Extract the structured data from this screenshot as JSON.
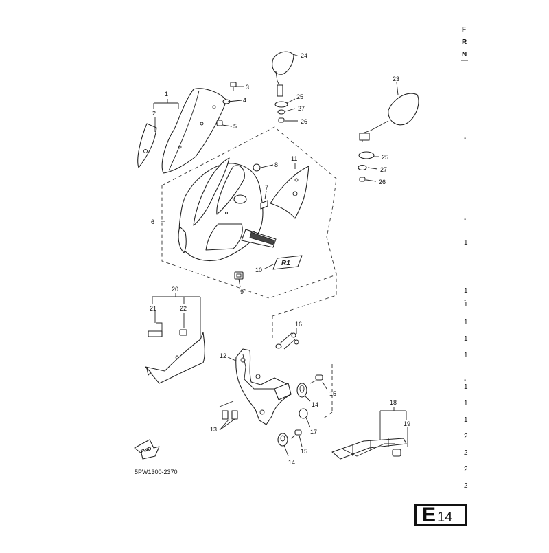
{
  "diagram": {
    "drawing_code": "5PW1300-2370",
    "forward_label": "FWD",
    "emblem_text": "R1",
    "catalog_badge": {
      "letter": "E",
      "number": "14"
    },
    "header_letters": [
      "F",
      "R",
      "N"
    ],
    "part_callouts": [
      "1",
      "2",
      "3",
      "4",
      "5",
      "6",
      "7",
      "8",
      "9",
      "10",
      "11",
      "12",
      "13",
      "14",
      "14",
      "15",
      "15",
      "16",
      "17",
      "18",
      "19",
      "20",
      "21",
      "22",
      "23",
      "24",
      "25",
      "25",
      "26",
      "26",
      "27",
      "27"
    ],
    "right_column_marks": [
      "-",
      "-",
      "1",
      "1",
      "-",
      "1",
      "1",
      "1",
      "1",
      "-",
      "1",
      "1",
      "1",
      "2",
      "2",
      "2",
      "2"
    ]
  }
}
